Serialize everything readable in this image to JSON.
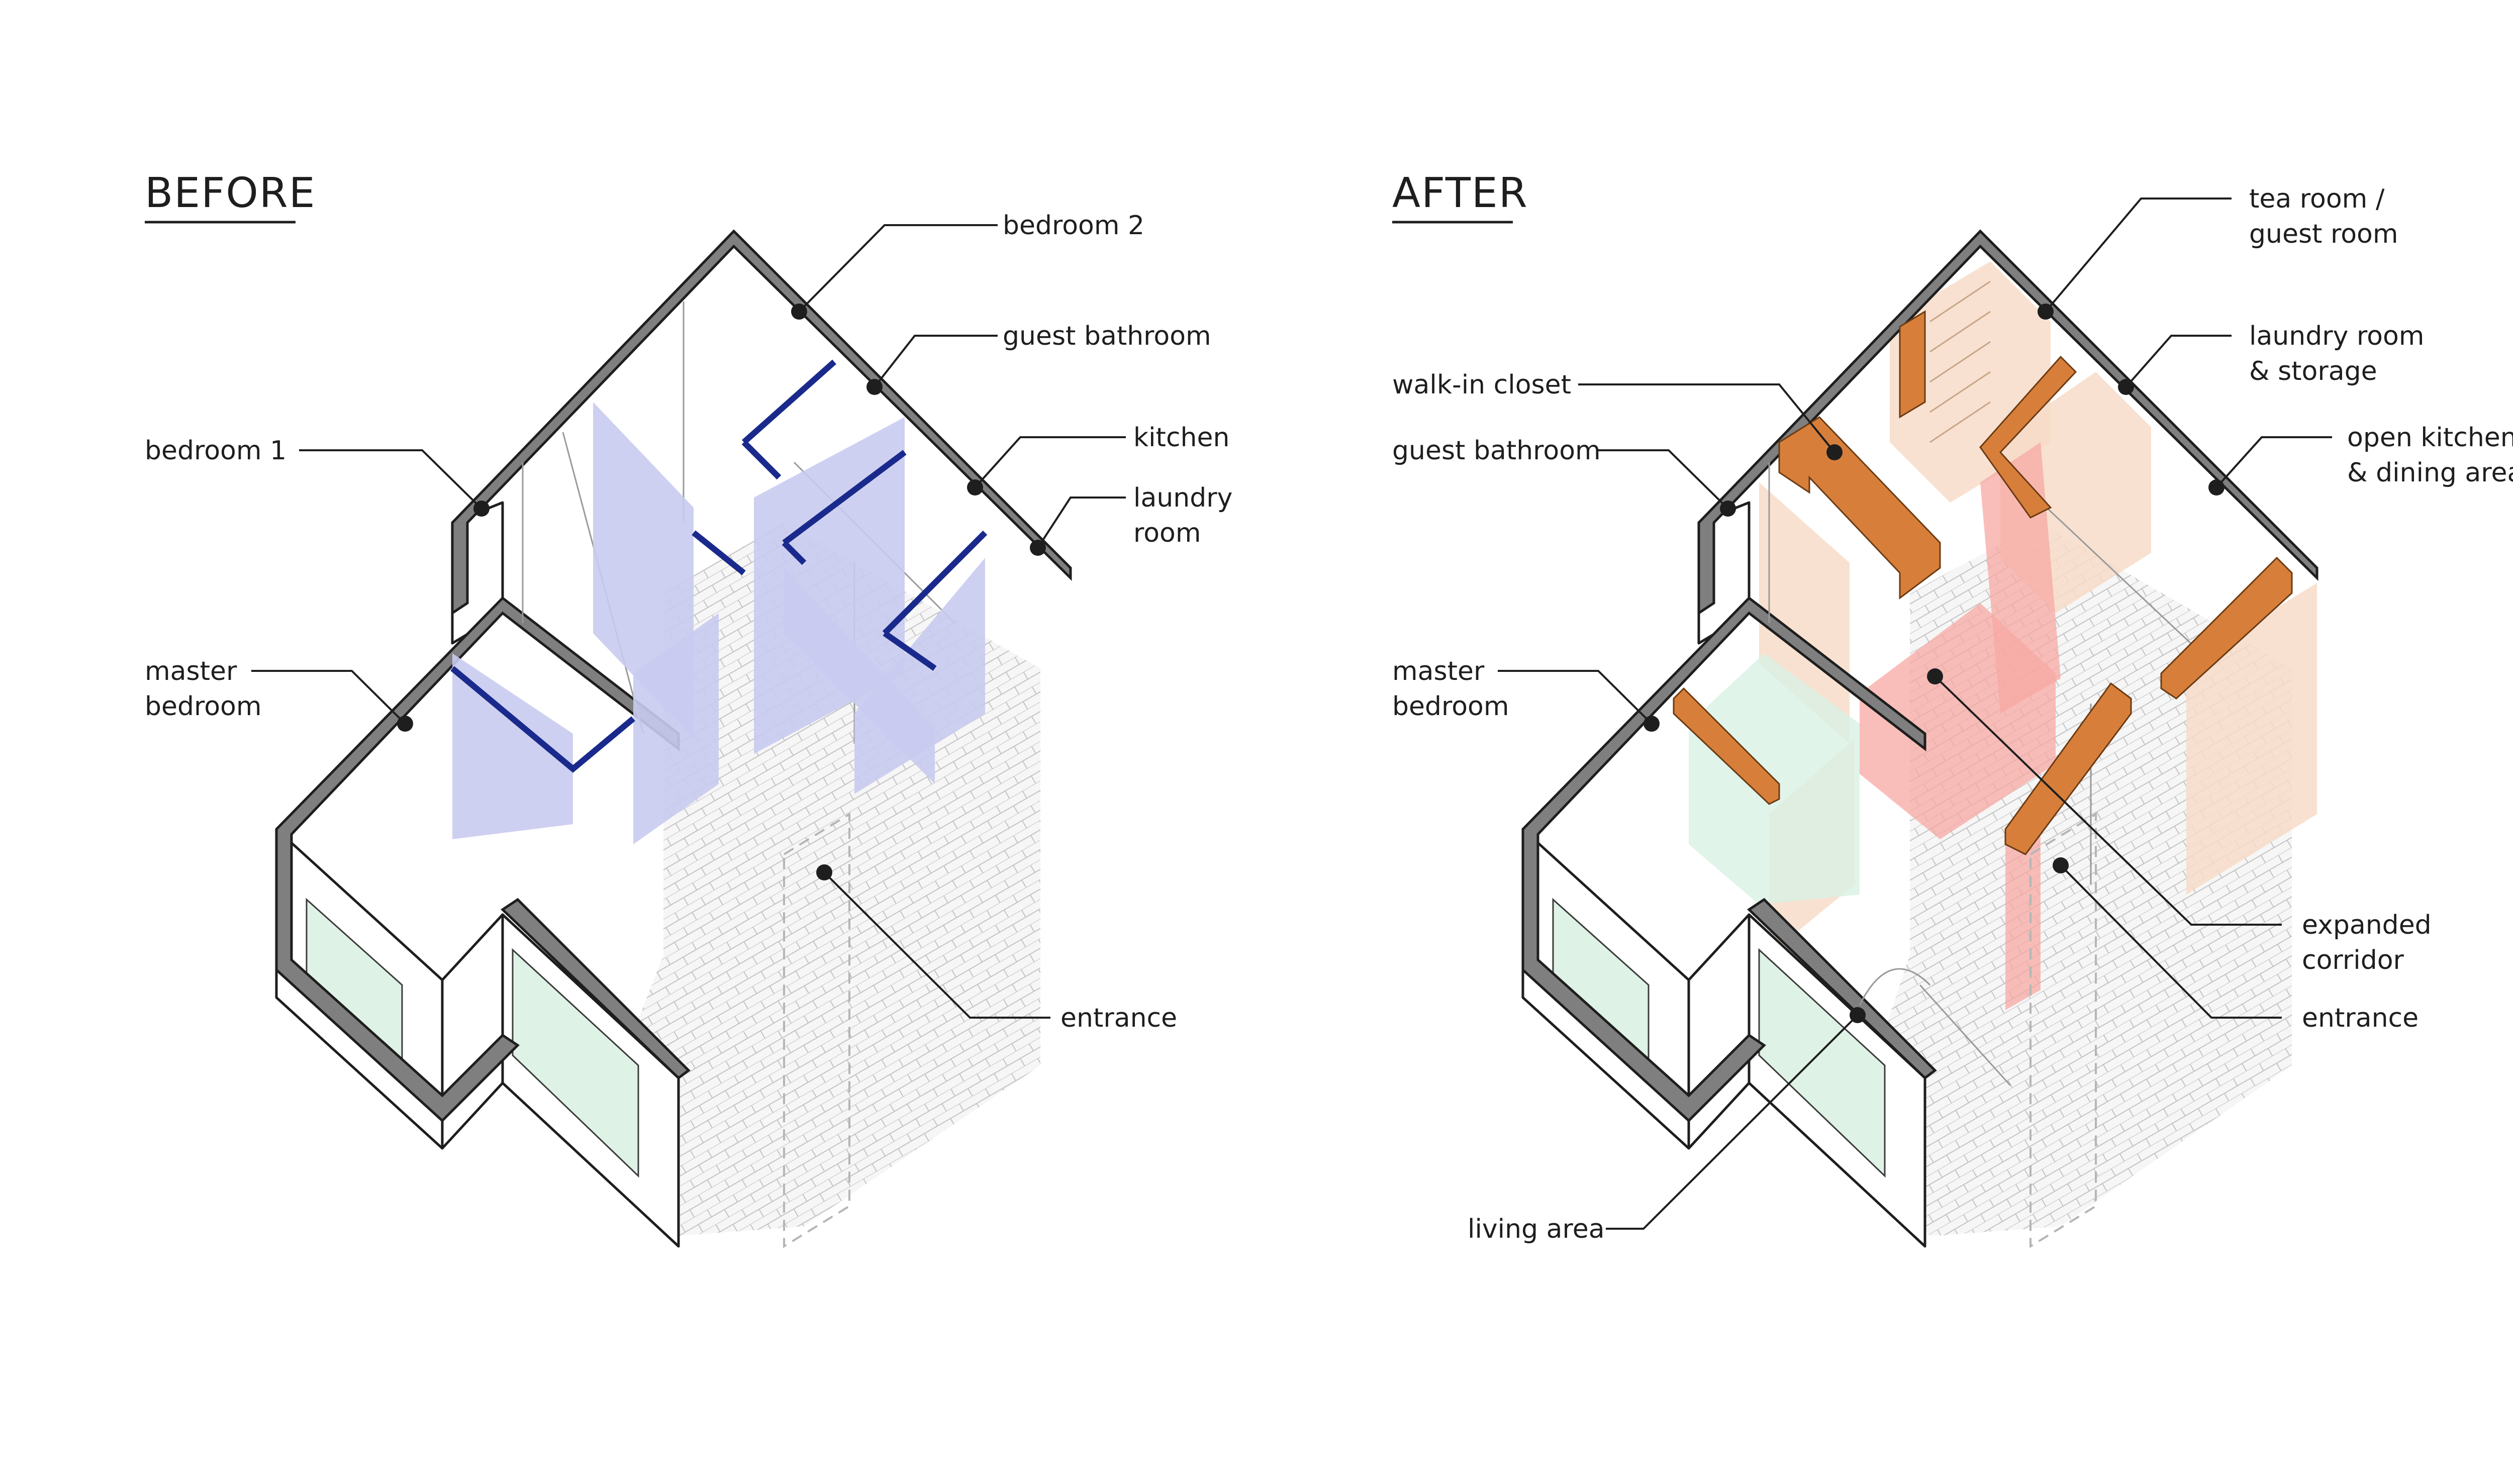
{
  "before": {
    "heading": "BEFORE",
    "labels": {
      "bedroom2": "bedroom 2",
      "guest_bathroom": "guest bathroom",
      "kitchen": "kitchen",
      "laundry_line1": "laundry",
      "laundry_line2": "room",
      "bedroom1": "bedroom 1",
      "master_line1": "master",
      "master_line2": "bedroom",
      "entrance": "entrance"
    }
  },
  "after": {
    "heading": "AFTER",
    "labels": {
      "tea_line1": "tea room /",
      "tea_line2": "guest room",
      "laundry_line1": "laundry room",
      "laundry_line2": "& storage",
      "kitchen_line1": "open kitchen",
      "kitchen_line2": "& dining area",
      "walkin": "walk-in closet",
      "guest_bathroom": "guest bathroom",
      "master_line1": "master",
      "master_line2": "bedroom",
      "corridor_line1": "expanded",
      "corridor_line2": "corridor",
      "entrance": "entrance",
      "living": "living area"
    }
  },
  "colors": {
    "before_removed_walls": "#c9cbef",
    "before_wall_outline": "#1a2a8c",
    "after_new_walls": "#d77f3a",
    "after_rooms_tint": "#f7dcc8",
    "after_corridor": "#f7a8a3",
    "window_glass": "#dff2e6"
  }
}
